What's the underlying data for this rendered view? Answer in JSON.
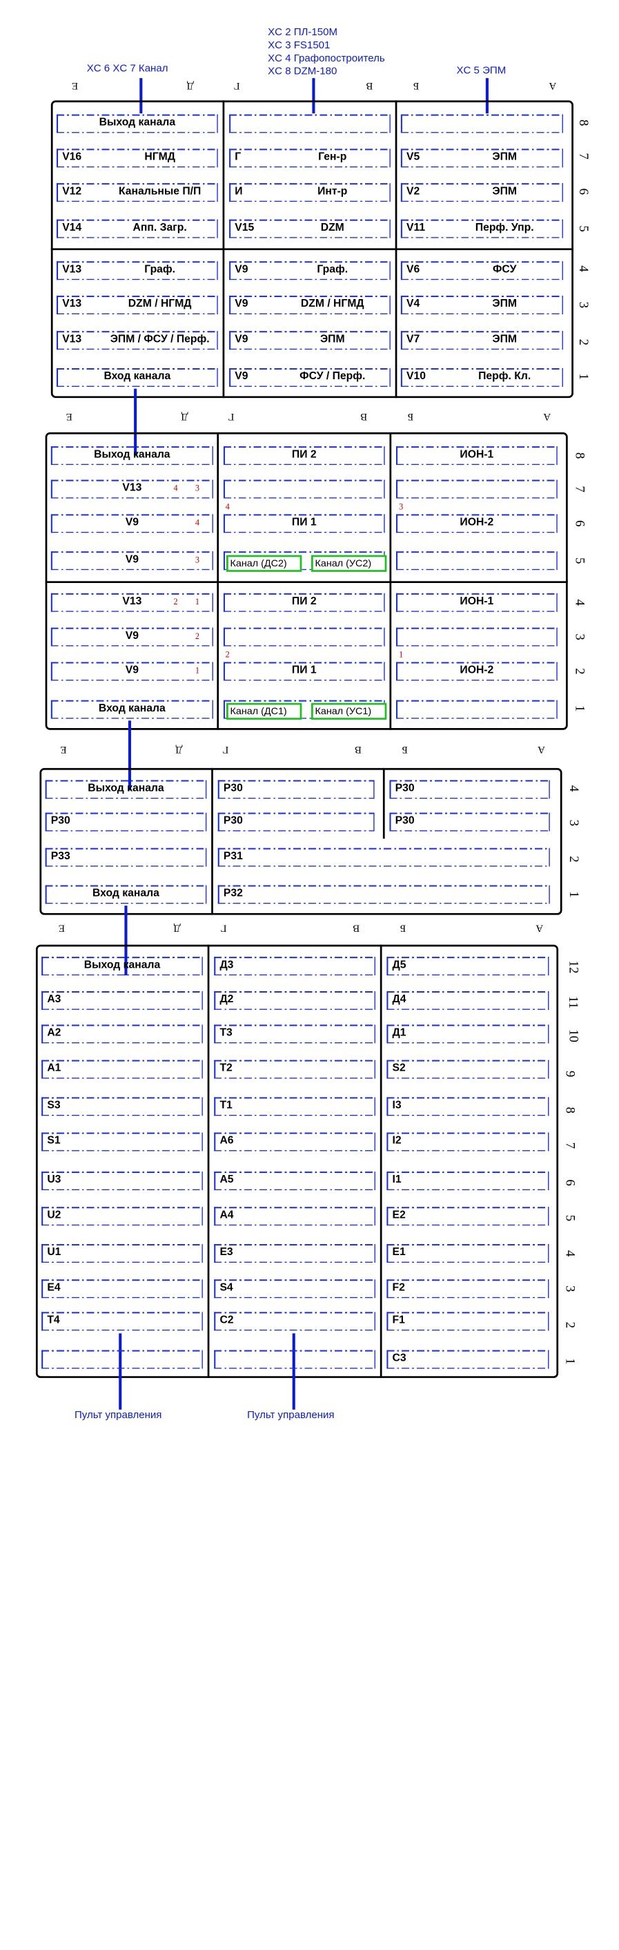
{
  "connectors": {
    "top_left": "XC 6  XC 7  Канал",
    "top_mid": [
      "XC 2   ПЛ-150М",
      "XC 3   FS1501",
      "XC 4   Графопостроитель",
      "XC 8   DZM-180"
    ],
    "top_right": "XC 5   ЭПМ",
    "bottom_left": "Пульт управления",
    "bottom_mid": "Пульт управления"
  },
  "block_labels": {
    "left": [
      "Е",
      "Д"
    ],
    "mid": [
      "Г",
      "В"
    ],
    "right": [
      "Б",
      "А"
    ]
  },
  "block1": {
    "rows": [
      "8",
      "7",
      "6",
      "5",
      "4",
      "3",
      "2",
      "1"
    ],
    "left": [
      {
        "a": "",
        "b": "Выход канала"
      },
      {
        "a": "V16",
        "b": "НГМД"
      },
      {
        "a": "V12",
        "b": "Канальные П/П"
      },
      {
        "a": "V14",
        "b": "Апп. Загр."
      },
      {
        "a": "V13",
        "b": "Граф."
      },
      {
        "a": "V13",
        "b": "DZM / НГМД"
      },
      {
        "a": "V13",
        "b": "ЭПМ / ФСУ / Перф."
      },
      {
        "a": "",
        "b": "Вход канала"
      }
    ],
    "mid": [
      {
        "a": "",
        "b": ""
      },
      {
        "a": "Г",
        "b": "Ген-р"
      },
      {
        "a": "И",
        "b": "Инт-р"
      },
      {
        "a": "V15",
        "b": "DZM"
      },
      {
        "a": "V9",
        "b": "Граф."
      },
      {
        "a": "V9",
        "b": "DZM / НГМД"
      },
      {
        "a": "V9",
        "b": "ЭПМ"
      },
      {
        "a": "V9",
        "b": "ФСУ  /  Перф."
      }
    ],
    "right": [
      {
        "a": "",
        "b": ""
      },
      {
        "a": "V5",
        "b": "ЭПМ"
      },
      {
        "a": "V2",
        "b": "ЭПМ"
      },
      {
        "a": "V11",
        "b": "Перф. Упр."
      },
      {
        "a": "V6",
        "b": "ФСУ"
      },
      {
        "a": "V4",
        "b": "ЭПМ"
      },
      {
        "a": "V7",
        "b": "ЭПМ"
      },
      {
        "a": "V10",
        "b": "Перф. Кл."
      }
    ]
  },
  "block2": {
    "rows": [
      "8",
      "7",
      "6",
      "5",
      "4",
      "3",
      "2",
      "1"
    ],
    "left": [
      {
        "b": "Выход канала",
        "r1": "",
        "r2": ""
      },
      {
        "b": "V13",
        "r1": "4",
        "r2": "3"
      },
      {
        "b": "V9",
        "r1": "",
        "r2": "4"
      },
      {
        "b": "V9",
        "r1": "",
        "r2": "3"
      },
      {
        "b": "V13",
        "r1": "2",
        "r2": "1"
      },
      {
        "b": "V9",
        "r1": "",
        "r2": "2"
      },
      {
        "b": "V9",
        "r1": "",
        "r2": "1"
      },
      {
        "b": "Вход канала",
        "r1": "",
        "r2": ""
      }
    ],
    "mid": [
      "ПИ 2",
      "",
      "ПИ 1",
      "",
      "ПИ 2",
      "",
      "ПИ 1",
      ""
    ],
    "mid_red": [
      "4",
      "2"
    ],
    "right_red": [
      "3",
      "1"
    ],
    "right": [
      "ИОН-1",
      "",
      "ИОН-2",
      "",
      "ИОН-1",
      "",
      "ИОН-2",
      ""
    ],
    "green": [
      "Канал (ДС2)",
      "Канал (УС2)",
      "Канал (ДС1)",
      "Канал (УС1)"
    ]
  },
  "block3": {
    "rows": [
      "4",
      "3",
      "2",
      "1"
    ],
    "left": [
      {
        "a": "",
        "b": "Выход канала"
      },
      {
        "a": "P30",
        "b": ""
      },
      {
        "a": "P33",
        "b": ""
      },
      {
        "a": "",
        "b": "Вход канала"
      }
    ],
    "mid": [
      "P30",
      "P30",
      "P31",
      "P32"
    ],
    "right": [
      "P30",
      "P30"
    ]
  },
  "block4": {
    "rows": [
      "12",
      "11",
      "10",
      "9",
      "8",
      "7",
      "6",
      "5",
      "4",
      "3",
      "2",
      "1"
    ],
    "left": [
      "Выход канала",
      "A3",
      "A2",
      "A1",
      "S3",
      "S1",
      "U3",
      "U2",
      "U1",
      "E4",
      "T4",
      ""
    ],
    "mid": [
      "Д3",
      "Д2",
      "T3",
      "T2",
      "T1",
      "A6",
      "A5",
      "A4",
      "E3",
      "S4",
      "C2",
      ""
    ],
    "right": [
      "Д5",
      "Д4",
      "Д1",
      "S2",
      "I3",
      "I2",
      "I1",
      "E2",
      "E1",
      "F2",
      "F1",
      "C3"
    ]
  }
}
